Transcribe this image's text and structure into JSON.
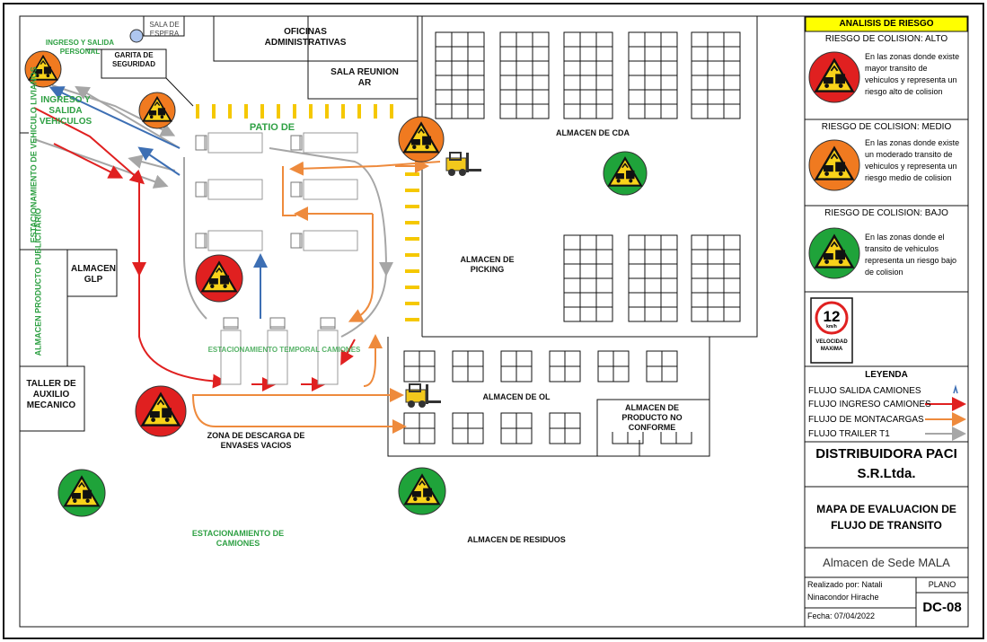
{
  "map": {
    "sala_espera": "SALA DE ESPERA",
    "oficinas": "OFICINAS ADMINISTRATIVAS",
    "garita": "GARITA DE SEGURIDAD",
    "ingreso_personal": "INGRESO Y SALIDA PERSONAL",
    "sala_reunion": "SALA REUNION AR",
    "patio": "PATIO DE OPERACIONES",
    "ingreso_vehiculos": "INGRESO Y SALIDA VEHICULOS",
    "estacionamiento_livianos": "ESTACIONAMIENTO DE VEHICULO LIVIANOS",
    "almacen_glp": "ALMACEN GLP",
    "almacen_publicitario": "ALMACEN PRODUCTO PUBLICITARIO",
    "taller": "TALLER DE AUXILIO MECANICO",
    "estacionamiento_temporal": "ESTACIONAMIENTO TEMPORAL CAMIONES",
    "zona_descarga": "ZONA DE DESCARGA DE ENVASES VACIOS",
    "estacionamiento_camiones": "ESTACIONAMIENTO DE CAMIONES",
    "almacen_cda": "ALMACEN DE CDA",
    "almacen_picking": "ALMACEN DE PICKING",
    "almacen_ol": "ALMACEN DE OL",
    "almacen_no_conforme": "ALMACEN DE PRODUCTO NO CONFORME",
    "almacen_residuos": "ALMACEN DE RESIDUOS"
  },
  "risk": {
    "title": "ANALISIS DE RIESGO",
    "high_title": "RIESGO DE COLISION: ALTO",
    "high_desc": "En las zonas donde existe mayor transito de vehiculos y representa un riesgo alto de colision",
    "medium_title": "RIESGO DE COLISION: MEDIO",
    "medium_desc": "En las zonas donde existe un moderado transito de vehiculos y representa un riesgo medio de colision",
    "low_title": "RIESGO DE COLISION: BAJO",
    "low_desc": "En las zonas donde el transito de vehiculos representa un riesgo bajo de colision",
    "speed_value": "12",
    "speed_unit": "km/h",
    "speed_label": "VELOCIDAD MAXIMA"
  },
  "legend": {
    "title": "LEYENDA",
    "items": [
      {
        "label": "FLUJO SALIDA CAMIONES",
        "color": "#3d6fb4"
      },
      {
        "label": "FLUJO INGRESO CAMIONES",
        "color": "#e02020"
      },
      {
        "label": "FLUJO DE MONTACARGAS",
        "color": "#ee8a3c"
      },
      {
        "label": "FLUJO TRAILER T1",
        "color": "#a6a6a6"
      }
    ]
  },
  "titleblock": {
    "company": "DISTRIBUIDORA PACI S.R.Ltda.",
    "map_title": "MAPA DE EVALUACION DE FLUJO DE TRANSITO",
    "site": "Almacen de Sede MALA",
    "author": "Realizado por: Natali Ninacondor Hirache",
    "date": "Fecha: 07/04/2022",
    "plano_label": "PLANO",
    "plano_code": "DC-08"
  },
  "colors": {
    "high": "#e02020",
    "medium": "#f07a20",
    "low": "#1fa33a",
    "sign_yellow": "#f8d21a",
    "header_yellow": "#ffff00",
    "dash_yellow": "#f5c800"
  },
  "icons": [
    "hazard-collision-icon",
    "forklift-icon",
    "truck-icon",
    "speed-limit-icon",
    "chair-icon"
  ]
}
